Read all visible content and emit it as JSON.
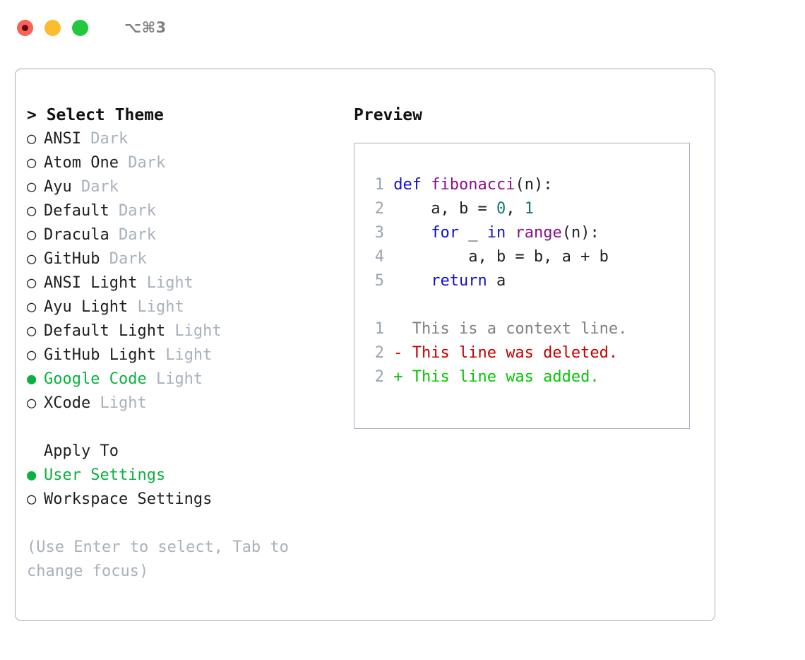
{
  "titlebar": {
    "shortcut": "⌥⌘3",
    "buttons": [
      {
        "name": "close",
        "color": "#fa6158"
      },
      {
        "name": "minimize",
        "color": "#fbbd2e"
      },
      {
        "name": "maximize",
        "color": "#22c93e"
      }
    ]
  },
  "colors": {
    "accent_green": "#0bb13f",
    "muted": "#a8b1bd",
    "border": "#a6b0bd",
    "text": "#1f1f1f",
    "keyword": "#1212c7",
    "function": "#8c0f8c",
    "number": "#0c7a6e",
    "diff_delete": "#c40000",
    "diff_add": "#07c407",
    "diff_context": "#808080"
  },
  "theme_section": {
    "heading": "> Select Theme",
    "bullet_selected": "●",
    "bullet_unselected": "○",
    "items": [
      {
        "name": "ANSI",
        "tag": "Dark",
        "selected": false
      },
      {
        "name": "Atom One",
        "tag": "Dark",
        "selected": false
      },
      {
        "name": "Ayu",
        "tag": "Dark",
        "selected": false
      },
      {
        "name": "Default",
        "tag": "Dark",
        "selected": false
      },
      {
        "name": "Dracula",
        "tag": "Dark",
        "selected": false
      },
      {
        "name": "GitHub",
        "tag": "Dark",
        "selected": false
      },
      {
        "name": "ANSI Light",
        "tag": "Light",
        "selected": false
      },
      {
        "name": "Ayu Light",
        "tag": "Light",
        "selected": false
      },
      {
        "name": "Default Light",
        "tag": "Light",
        "selected": false
      },
      {
        "name": "GitHub Light",
        "tag": "Light",
        "selected": false
      },
      {
        "name": "Google Code",
        "tag": "Light",
        "selected": true
      },
      {
        "name": "XCode",
        "tag": "Light",
        "selected": false
      }
    ]
  },
  "apply_section": {
    "label": "Apply To",
    "items": [
      {
        "name": "User Settings",
        "tag": "",
        "selected": true
      },
      {
        "name": "Workspace Settings",
        "tag": "",
        "selected": false
      }
    ]
  },
  "hint": "(Use Enter to select, Tab to change focus)",
  "preview": {
    "title": "Preview",
    "code_lines": [
      {
        "ln": "1",
        "tokens": [
          {
            "t": "def ",
            "c": "kw"
          },
          {
            "t": "fibonacci",
            "c": "fn"
          },
          {
            "t": "(n):",
            "c": "pl"
          }
        ]
      },
      {
        "ln": "2",
        "tokens": [
          {
            "t": "    a, b = ",
            "c": "pl"
          },
          {
            "t": "0",
            "c": "num"
          },
          {
            "t": ", ",
            "c": "pl"
          },
          {
            "t": "1",
            "c": "num"
          }
        ]
      },
      {
        "ln": "3",
        "tokens": [
          {
            "t": "    ",
            "c": "pl"
          },
          {
            "t": "for",
            "c": "kw"
          },
          {
            "t": " _ ",
            "c": "pl"
          },
          {
            "t": "in",
            "c": "kw"
          },
          {
            "t": " ",
            "c": "pl"
          },
          {
            "t": "range",
            "c": "fn"
          },
          {
            "t": "(n):",
            "c": "pl"
          }
        ]
      },
      {
        "ln": "4",
        "tokens": [
          {
            "t": "        a, b = b, a + b",
            "c": "pl"
          }
        ]
      },
      {
        "ln": "5",
        "tokens": [
          {
            "t": "    ",
            "c": "pl"
          },
          {
            "t": "return",
            "c": "kw"
          },
          {
            "t": " a",
            "c": "pl"
          }
        ]
      }
    ],
    "diff_lines": [
      {
        "ln": "1",
        "tokens": [
          {
            "t": "  This is a context line.",
            "c": "ctx"
          }
        ]
      },
      {
        "ln": "2",
        "tokens": [
          {
            "t": "- This line was deleted.",
            "c": "del"
          }
        ]
      },
      {
        "ln": "2",
        "tokens": [
          {
            "t": "+ This line was added.",
            "c": "add"
          }
        ]
      }
    ]
  }
}
